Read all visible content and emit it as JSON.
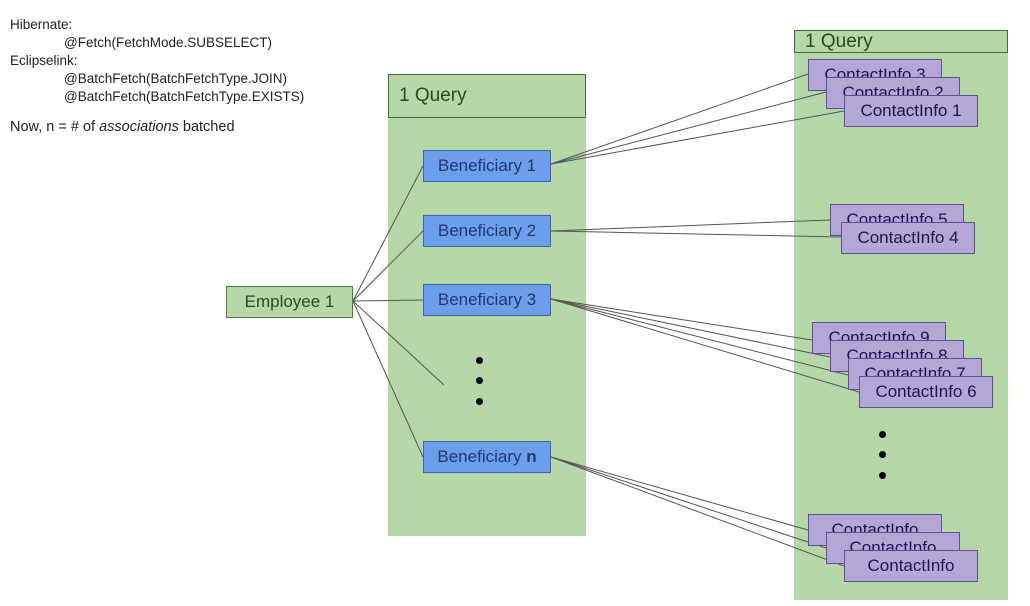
{
  "notes": {
    "hibernate_label": "Hibernate:",
    "hibernate_annotation": "@Fetch(FetchMode.SUBSELECT)",
    "eclipselink_label": "Eclipselink:",
    "eclipselink_join": "@BatchFetch(BatchFetchType.JOIN)",
    "eclipselink_exists": "@BatchFetch(BatchFetchType.EXISTS)",
    "n_definition_prefix": "Now, n = # of ",
    "n_definition_emphasis": "associations",
    "n_definition_suffix": " batched"
  },
  "middle_query": {
    "label": "1 Query"
  },
  "right_query": {
    "label": "1 Query"
  },
  "employee": {
    "label": "Employee 1"
  },
  "beneficiaries": [
    {
      "label": "Beneficiary 1"
    },
    {
      "label": "Beneficiary 2"
    },
    {
      "label": "Beneficiary 3"
    },
    {
      "prefix": "Beneficiary ",
      "suffix": "n"
    }
  ],
  "contact_infos": {
    "group1": [
      "ContactInfo 3",
      "ContactInfo 2",
      "ContactInfo 1"
    ],
    "group2": [
      "ContactInfo 5",
      "ContactInfo 4"
    ],
    "group3": [
      "ContactInfo 9",
      "ContactInfo 8",
      "ContactInfo 7",
      "ContactInfo 6"
    ],
    "group4": [
      "ContactInfo",
      "ContactInfo",
      "ContactInfo"
    ]
  },
  "colors": {
    "query_fill": "#b6d7a8",
    "beneficiary_fill": "#6d9eeb",
    "contact_fill": "#b4a7d6",
    "connector": "#555555"
  }
}
